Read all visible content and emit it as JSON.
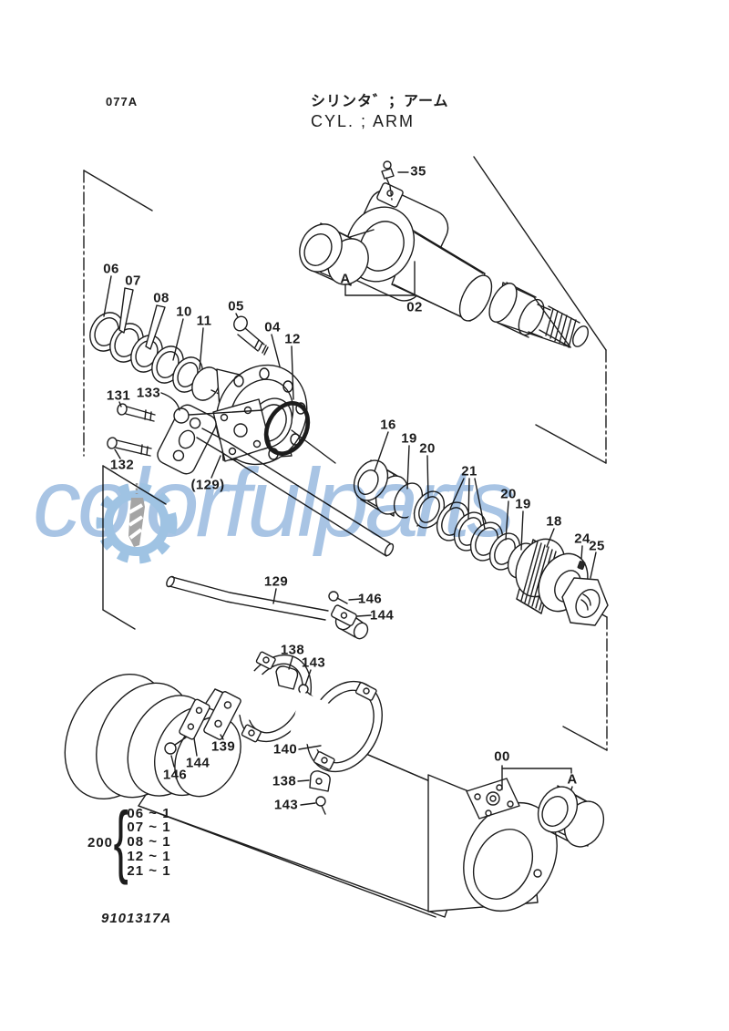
{
  "page": {
    "code": "077A",
    "title_jp": "シリンタ゛；アーム",
    "title_en": "CYL. ; ARM",
    "drawing_no": "9101317A",
    "background": "#ffffff",
    "line_color": "#1c1c1c"
  },
  "watermark": {
    "text": "colorfulparts",
    "color": "#a8c4e4",
    "gear_gray": "#9a9a9a"
  },
  "callouts": [
    "35",
    "A",
    "02",
    "06",
    "07",
    "08",
    "10",
    "11",
    "05",
    "04",
    "12",
    "131",
    "133",
    "132",
    "(129)",
    "16",
    "19",
    "20",
    "21",
    "20",
    "19",
    "18",
    "24",
    "25",
    "129",
    "146",
    "144",
    "138",
    "143",
    "139",
    "140",
    "144",
    "146",
    "138",
    "143",
    "00",
    "A"
  ],
  "quantity_table": {
    "group": "200",
    "brace": "{",
    "rows": [
      "06 ~ 1",
      "07 ~ 1",
      "08 ~ 1",
      "12 ~ 1",
      "21 ~ 1"
    ]
  }
}
